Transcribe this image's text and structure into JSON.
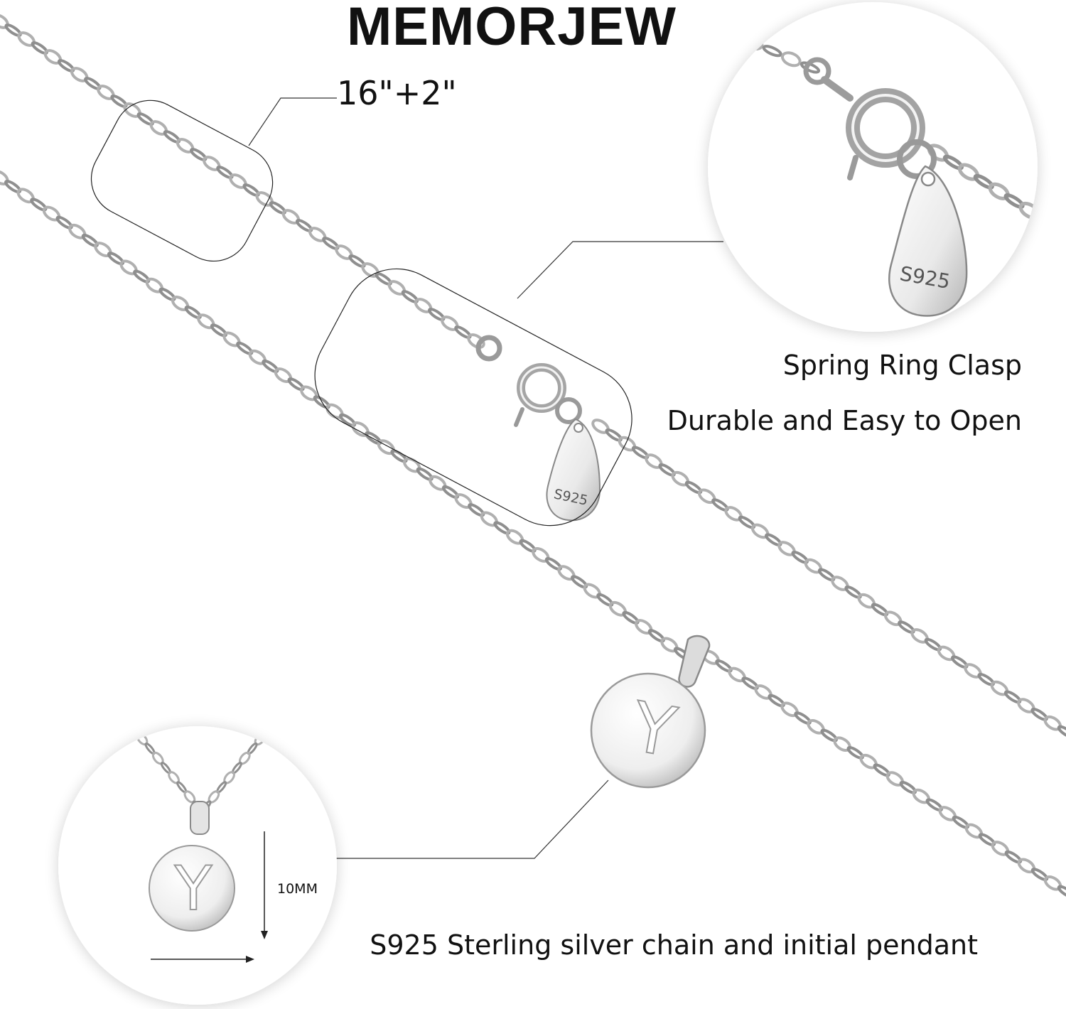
{
  "brand": "MEMORJEW",
  "chain_length": "16\"+2\"",
  "clasp_detail": {
    "title": "Spring Ring Clasp",
    "subtitle": "Durable and Easy to Open",
    "stamp": "S925"
  },
  "pendant_detail": {
    "initial": "Y",
    "size_label": "10MM"
  },
  "material_caption": "S925 Sterling silver chain and initial pendant",
  "colors": {
    "background": "#ffffff",
    "text": "#111111",
    "silver_light": "#f4f4f4",
    "silver_mid": "#b7b7b7",
    "silver_dark": "#6f6f6f",
    "callout_line": "#333333"
  }
}
